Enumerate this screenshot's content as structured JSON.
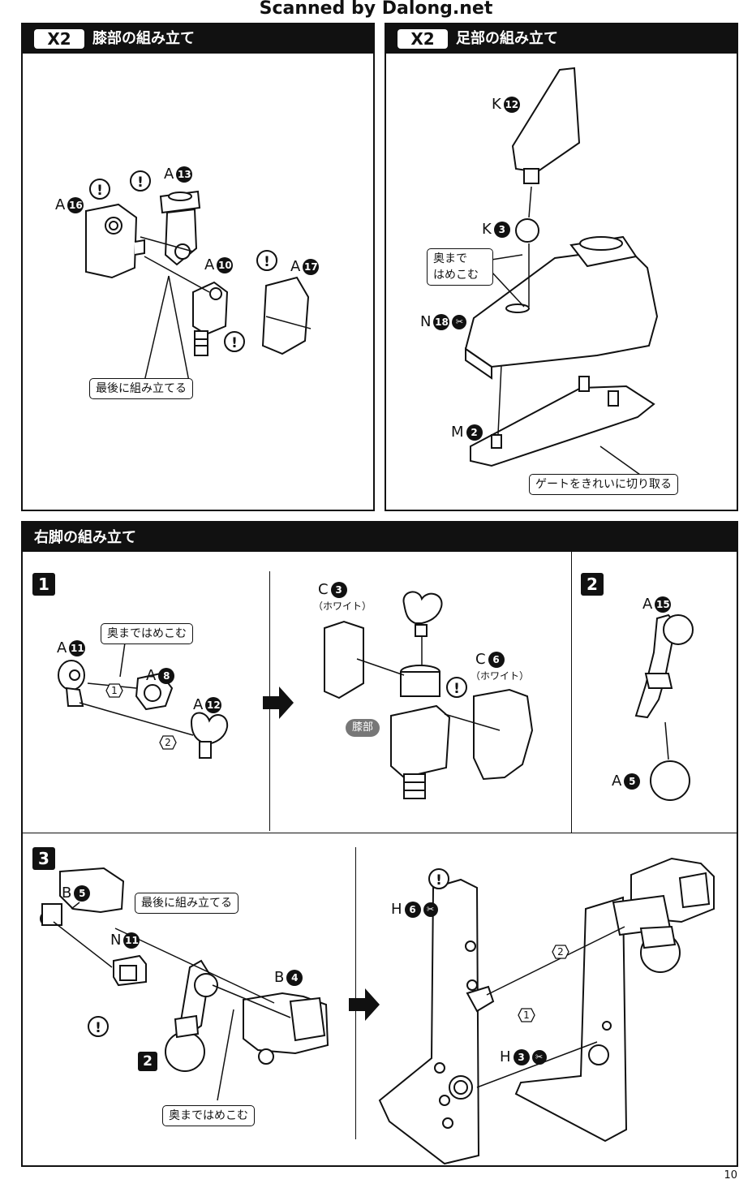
{
  "watermark": "Scanned by Dalong.net",
  "page_number": "10",
  "knee": {
    "multiplier": "X2",
    "title": "膝部の組み立て",
    "parts": [
      {
        "letter": "A",
        "number": "16"
      },
      {
        "letter": "A",
        "number": "13"
      },
      {
        "letter": "A",
        "number": "10"
      },
      {
        "letter": "A",
        "number": "17"
      }
    ],
    "warning_symbol": "!",
    "note": "最後に組み立てる"
  },
  "foot": {
    "multiplier": "X2",
    "title": "足部の組み立て",
    "parts": [
      {
        "letter": "K",
        "number": "12"
      },
      {
        "letter": "K",
        "number": "3"
      },
      {
        "letter": "N",
        "number": "18"
      },
      {
        "letter": "M",
        "number": "2"
      }
    ],
    "note_press": "奥まで\nはめこむ",
    "note_gate": "ゲートをきれいに切り取る"
  },
  "right_leg": {
    "title": "右脚の組み立て",
    "step1": {
      "step_number": "1",
      "parts": [
        {
          "letter": "A",
          "number": "11"
        },
        {
          "letter": "A",
          "number": "8"
        },
        {
          "letter": "A",
          "number": "12"
        },
        {
          "letter": "C",
          "number": "3",
          "sub": "（ホワイト）"
        },
        {
          "letter": "C",
          "number": "6",
          "sub": "（ホワイト）"
        }
      ],
      "note": "奥まではめこむ",
      "order": [
        "1",
        "2"
      ],
      "badge": "膝部"
    },
    "step2": {
      "step_number": "2",
      "parts": [
        {
          "letter": "A",
          "number": "15"
        },
        {
          "letter": "A",
          "number": "5"
        }
      ]
    },
    "step3": {
      "step_number": "3",
      "parts": [
        {
          "letter": "B",
          "number": "5"
        },
        {
          "letter": "N",
          "number": "11"
        },
        {
          "letter": "B",
          "number": "4"
        },
        {
          "letter": "H",
          "number": "6"
        },
        {
          "letter": "H",
          "number": "3"
        }
      ],
      "ref_step": "2",
      "note_last": "最後に組み立てる",
      "note_press": "奥まではめこむ",
      "order": [
        "1",
        "2"
      ]
    }
  },
  "colors": {
    "ink": "#111111",
    "badge": "#777777",
    "paper": "#ffffff"
  },
  "icons": {
    "cut": "nipper-icon",
    "warning": "warning-icon",
    "arrow": "next-arrow-icon"
  }
}
